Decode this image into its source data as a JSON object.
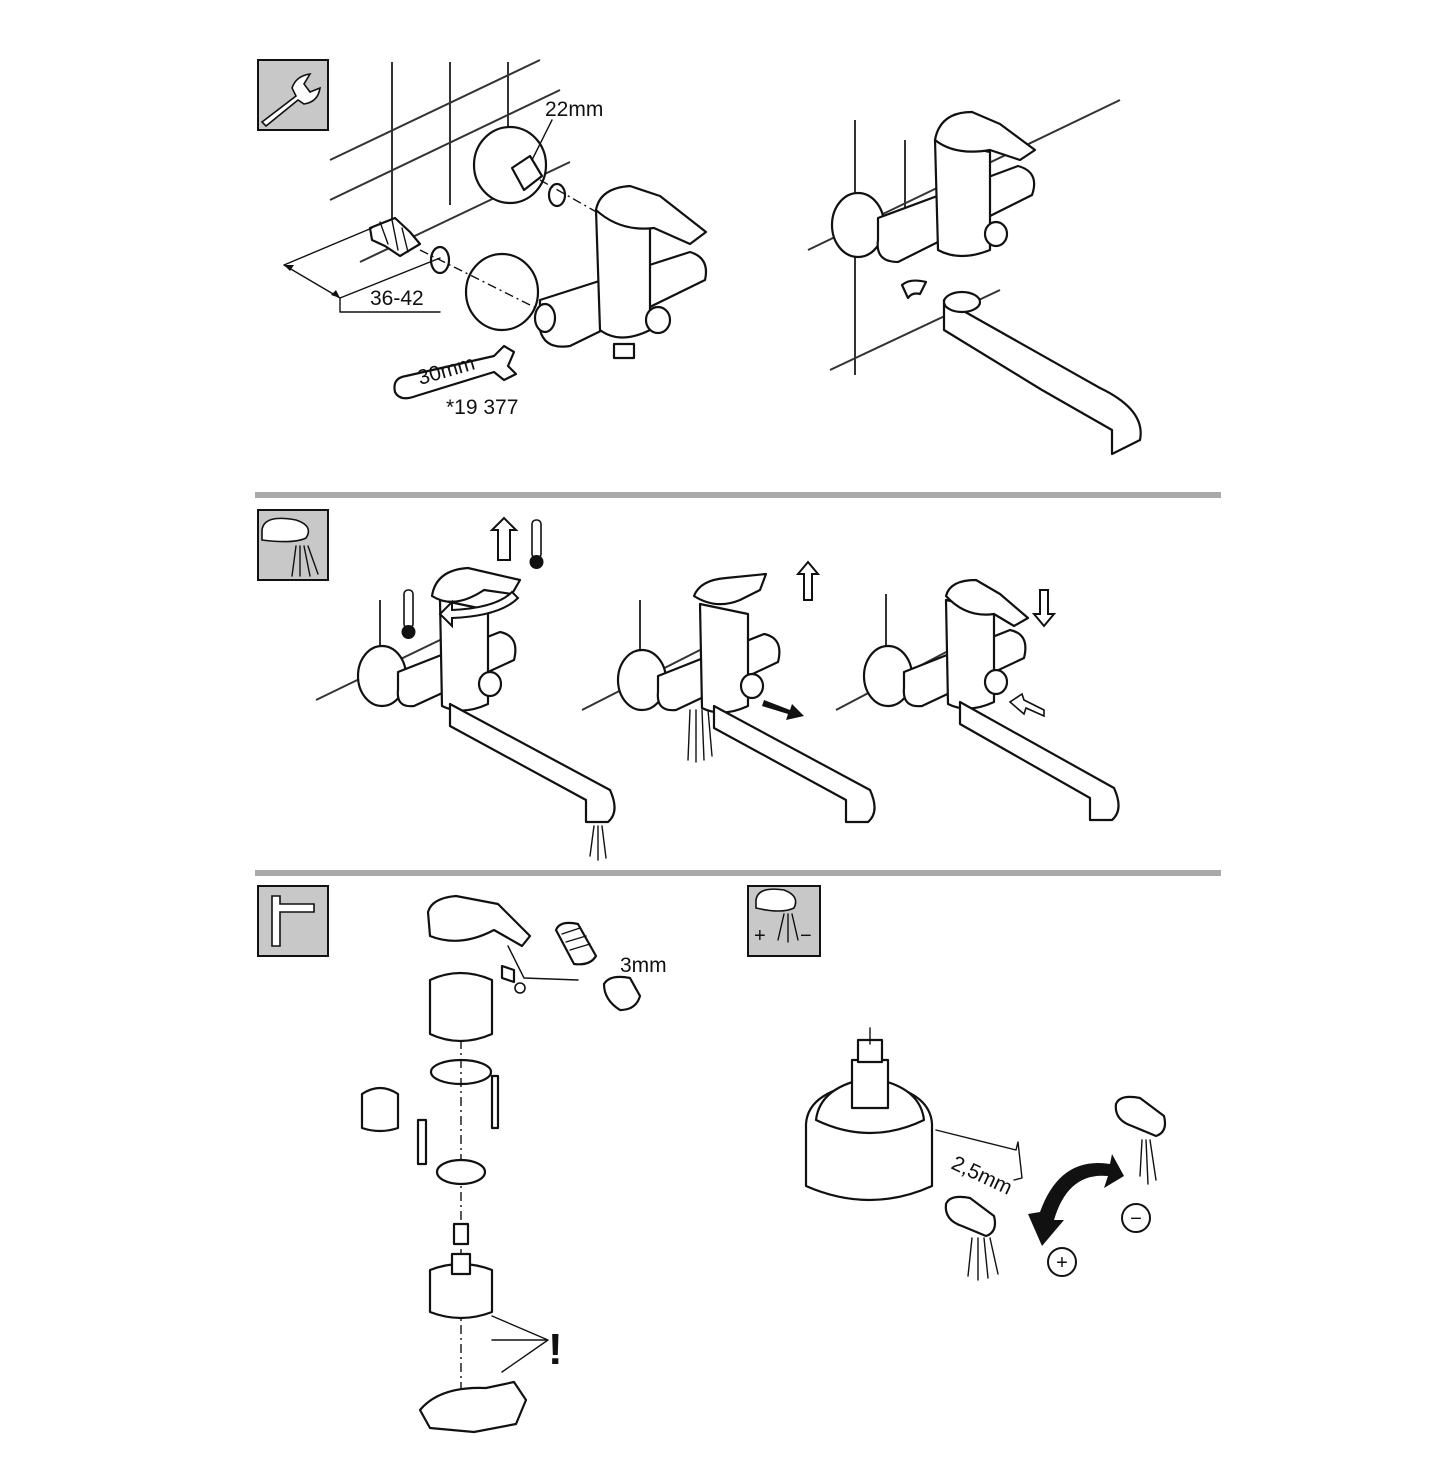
{
  "sections": {
    "installation": {
      "icon": "wrench-icon",
      "labels": {
        "nut_size": "22mm",
        "distance": "36-42",
        "wrench_size": "30mm",
        "tool_number": "*19 377"
      }
    },
    "operation": {
      "icon": "spout-spray-icon"
    },
    "cartridge_replacement": {
      "icon": "allen-key-icon",
      "labels": {
        "screw_size": "3mm",
        "warning": "!"
      }
    },
    "flow_adjustment": {
      "icon": "spout-flow-plus-minus-icon",
      "labels": {
        "key_size": "2,5mm",
        "increase": "+",
        "decrease": "−"
      }
    }
  },
  "colors": {
    "icon_box_fill": "#c8c8c8",
    "divider": "#a9a9a9",
    "line": "#111111"
  }
}
